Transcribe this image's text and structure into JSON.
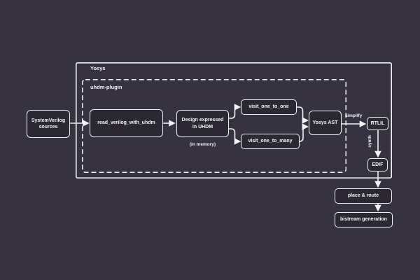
{
  "containers": {
    "yosys": {
      "label": "Yosys"
    },
    "uhdm_plugin": {
      "label": "uhdm-plugin"
    }
  },
  "nodes": {
    "sv_sources": {
      "label": "SystemVerilog\nsources"
    },
    "read_verilog": {
      "label": "read_verilog_with_uhdm"
    },
    "design_uhdm": {
      "label": "Design expressed\nin UHDM"
    },
    "in_memory_note": {
      "label": "(in memory)"
    },
    "visit_one_to_one": {
      "label": "visit_one_to_one"
    },
    "visit_one_to_many": {
      "label": "visit_one_to_many"
    },
    "yosys_ast": {
      "label": "Yosys AST"
    },
    "rtlil": {
      "label": "RTLIL"
    },
    "edif": {
      "label": "EDIF"
    },
    "place_route": {
      "label": "place & route"
    },
    "bitstream": {
      "label": "bistream generation"
    }
  },
  "edge_labels": {
    "simplify": "simplify",
    "synth": "synth"
  },
  "colors": {
    "background": "#363240",
    "node_fill": "#2b2834",
    "stroke": "#f2f1f4",
    "text": "#f4f3f6"
  }
}
